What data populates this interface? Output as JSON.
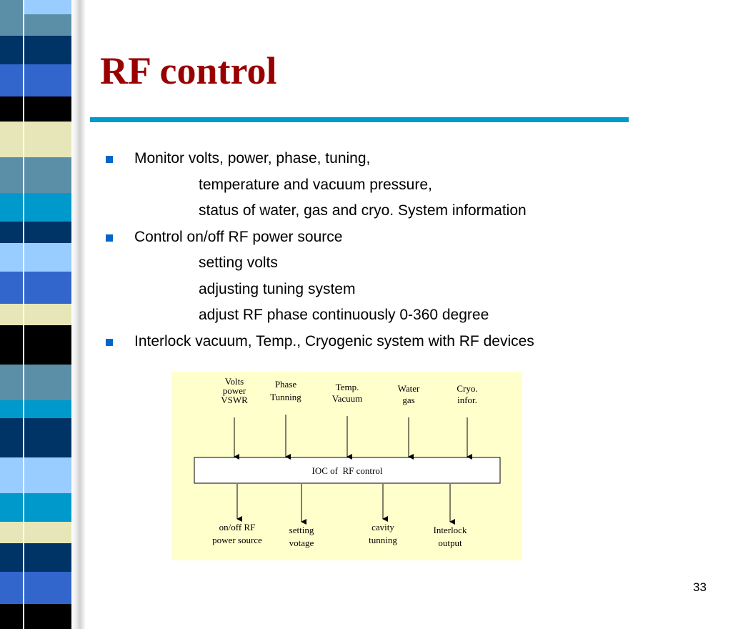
{
  "title": "RF control",
  "bullets": [
    {
      "lines": [
        "Monitor volts, power, phase, tuning,",
        "temperature and vacuum pressure,",
        "status of water, gas and cryo. System information"
      ]
    },
    {
      "lines": [
        "Control  on/off RF power source",
        "setting volts",
        "adjusting tuning system",
        "adjust RF phase continuously 0-360 degree"
      ]
    },
    {
      "lines": [
        "Interlock vacuum, Temp., Cryogenic system with RF devices"
      ]
    }
  ],
  "diagram": {
    "inputs": [
      {
        "lines": [
          "Volts",
          "power",
          "VSWR"
        ]
      },
      {
        "lines": [
          "Phase",
          "Tunning"
        ]
      },
      {
        "lines": [
          "Temp.",
          "Vacuum"
        ]
      },
      {
        "lines": [
          "Water",
          "gas"
        ]
      },
      {
        "lines": [
          "Cryo.",
          "infor."
        ]
      }
    ],
    "box_label": "IOC of  RF control",
    "outputs": [
      {
        "lines": [
          "on/off RF",
          "power source"
        ]
      },
      {
        "lines": [
          "setting",
          "votage"
        ]
      },
      {
        "lines": [
          "cavity",
          "tunning"
        ]
      },
      {
        "lines": [
          "Interlock",
          "output"
        ]
      }
    ]
  },
  "page_number": "33",
  "colors": {
    "title": "#990000",
    "underline": "#0099cc",
    "bullet": "#0066cc",
    "diagram_bg": "#ffffcc"
  }
}
